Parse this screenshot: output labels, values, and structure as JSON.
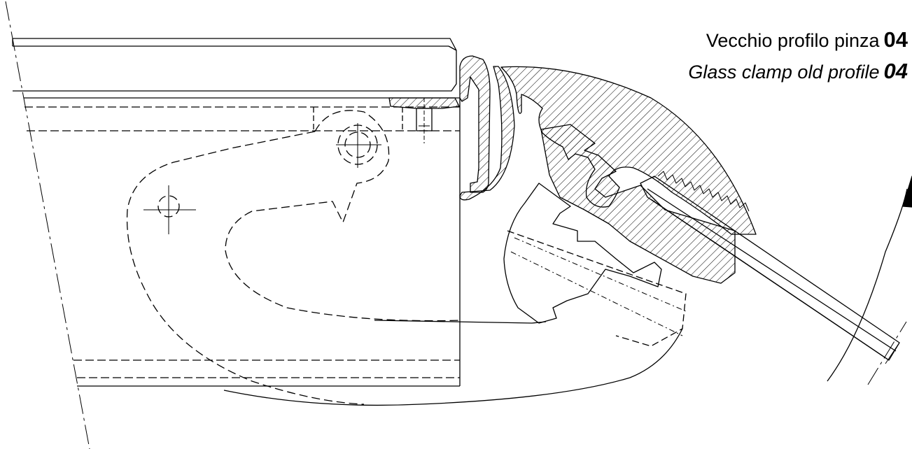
{
  "labels": {
    "italian": {
      "text": "Vecchio profilo pinza",
      "code": "04"
    },
    "english": {
      "text": "Glass clamp old profile",
      "code": "04"
    }
  },
  "colors": {
    "ink": "#000000",
    "paper": "#ffffff"
  }
}
